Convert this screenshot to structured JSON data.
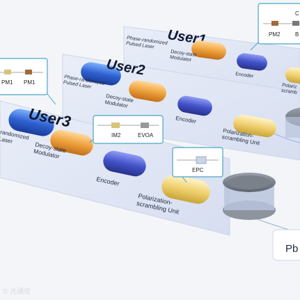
{
  "colors": {
    "laser": "#3b6fd8",
    "modulator": "#f0a640",
    "encoder": "#4b5ccf",
    "scrambler": "#f0d070",
    "plate": "#dfe6f4",
    "callout_border": "#4aa3c8"
  },
  "users": [
    {
      "title": "User1",
      "laser_label": "Phase-randomized\nPulsed Laser",
      "modulator_label": "Decoy-state\nModulator",
      "encoder_label": "Encoder",
      "scrambler_label": "Polariz\nscramb",
      "callout": [
        "PM2",
        "B",
        "C"
      ]
    },
    {
      "title": "User2",
      "laser_label": "Phase-randomized\nPulsed Laser",
      "modulator_label": "Decoy-state\nModulator",
      "encoder_label": "Encoder",
      "scrambler_label": "Polarization-\nscrambling Unit",
      "callout": [
        "PM1",
        "PM1"
      ]
    },
    {
      "title": "User3",
      "laser_label": "randomized\nLaser",
      "modulator_label": "Decoy-state\nModulator",
      "encoder_label": "Encoder",
      "scrambler_label": "Polarization-\nscrambling Unit",
      "callout": [
        "IM2",
        "EVOA"
      ],
      "epc_label": "EPC"
    }
  ],
  "pbs_label": "Pb",
  "watermark": "© 光通信"
}
